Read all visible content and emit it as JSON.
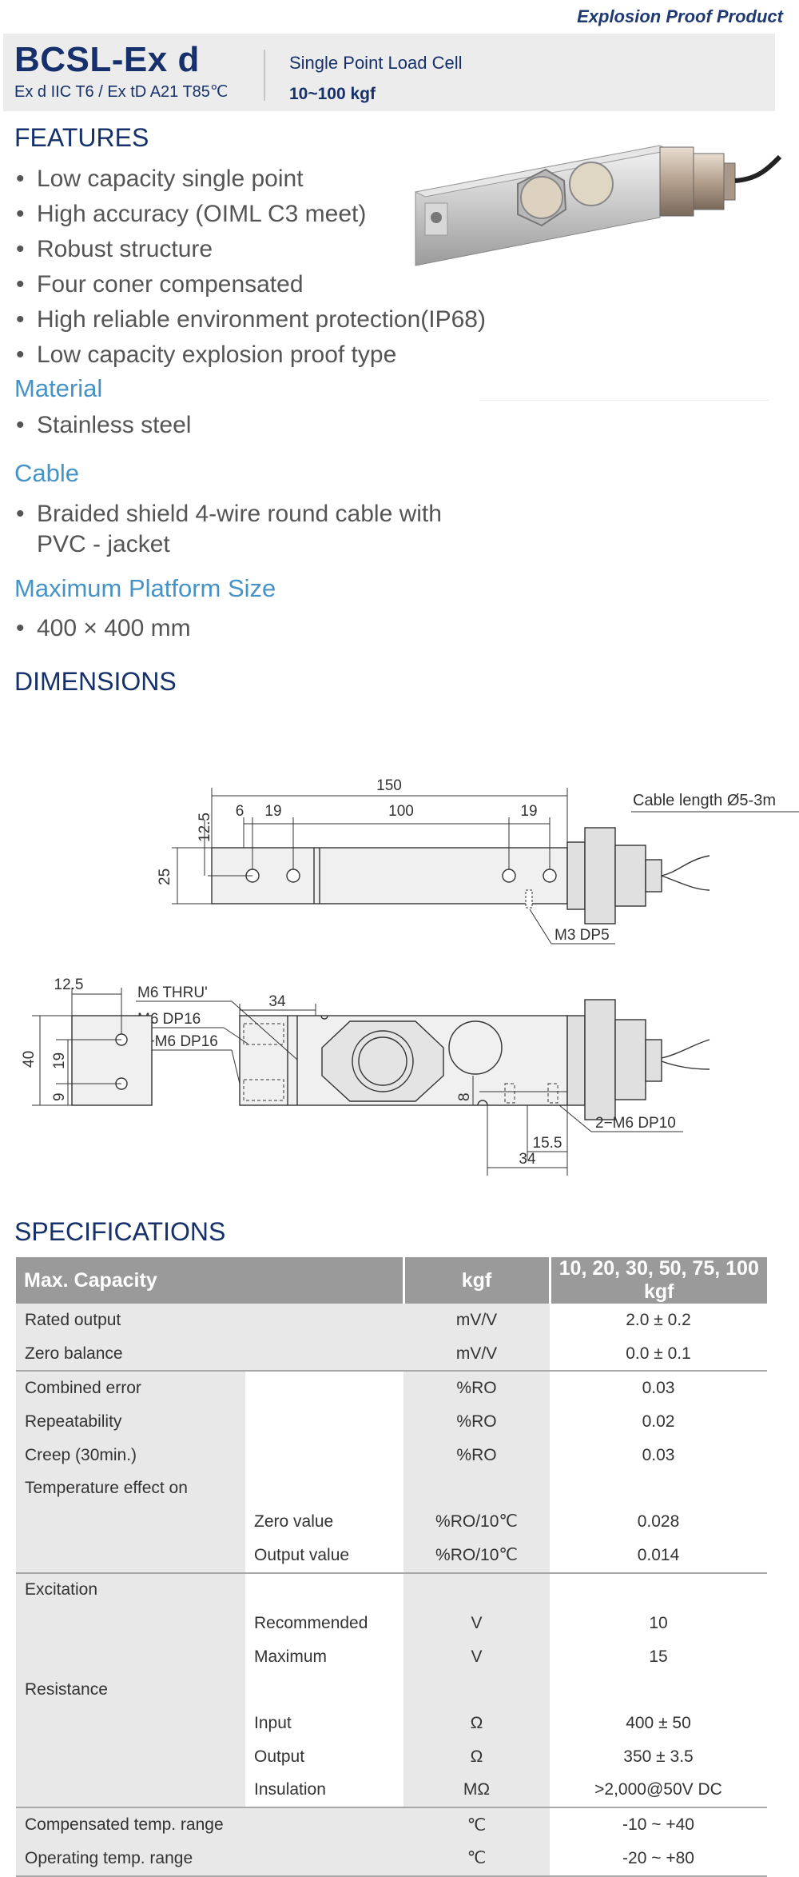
{
  "header": {
    "category": "Explosion Proof Product",
    "model": "BCSL-Ex d",
    "certification": "Ex d IIC T6 / Ex tD A21 T85℃",
    "product_type": "Single Point Load Cell",
    "capacity_range": "10~100 kgf"
  },
  "features": {
    "title": "FEATURES",
    "items": [
      "Low capacity single point",
      "High accuracy (OIML C3 meet)",
      "Robust structure",
      "Four coner compensated",
      "High reliable environment protection(IP68)",
      "Low capacity explosion proof type"
    ]
  },
  "material": {
    "title": "Material",
    "items": [
      "Stainless steel"
    ]
  },
  "cable": {
    "title": "Cable",
    "line1": "Braided shield 4-wire round cable with",
    "line2": "PVC - jacket"
  },
  "platform": {
    "title": "Maximum Platform Size",
    "items": [
      "400 × 400 mm"
    ]
  },
  "dimensions": {
    "title": "DIMENSIONS",
    "labels": {
      "d150": "150",
      "d6": "6",
      "d19a": "19",
      "d100": "100",
      "d19b": "19",
      "d12_5": "12.5",
      "d25": "25",
      "cable": "Cable length Ø5-3m",
      "m3": "M3 DP5",
      "m6thru": "M6 THRU'",
      "m6dp16": "M6 DP16",
      "m6dp16x2": "2−M6 DP16",
      "d34a": "34",
      "d12_5b": "12.5",
      "d40": "40",
      "d19c": "19",
      "d9": "9",
      "d8": "8",
      "d15_5": "15.5",
      "m6dp10": "2−M6 DP10",
      "d34b": "34"
    }
  },
  "specifications": {
    "title": "SPECIFICATIONS",
    "header": [
      "Max. Capacity",
      "kgf",
      "10, 20, 30, 50, 75, 100 kgf"
    ],
    "rows": [
      {
        "label": "Rated output",
        "sub": "",
        "unit": "mV/V",
        "value": "2.0 ± 0.2"
      },
      {
        "label": "Zero balance",
        "sub": "",
        "unit": "mV/V",
        "value": "0.0 ± 0.1"
      },
      {
        "label": "Combined error",
        "sub": "",
        "unit": "%RO",
        "value": "0.03"
      },
      {
        "label": "Repeatability",
        "sub": "",
        "unit": "%RO",
        "value": "0.02"
      },
      {
        "label": "Creep (30min.)",
        "sub": "",
        "unit": "%RO",
        "value": "0.03"
      },
      {
        "label": "Temperature effect on",
        "sub": "",
        "unit": "",
        "value": ""
      },
      {
        "label": "",
        "sub": "Zero value",
        "unit": "%RO/10℃",
        "value": "0.028"
      },
      {
        "label": "",
        "sub": "Output  value",
        "unit": "%RO/10℃",
        "value": "0.014"
      },
      {
        "label": "Excitation",
        "sub": "",
        "unit": "",
        "value": ""
      },
      {
        "label": "",
        "sub": "Recommended",
        "unit": "V",
        "value": "10"
      },
      {
        "label": "",
        "sub": "Maximum",
        "unit": "V",
        "value": "15"
      },
      {
        "label": "Resistance",
        "sub": "",
        "unit": "",
        "value": ""
      },
      {
        "label": "",
        "sub": "Input",
        "unit": "Ω",
        "value": "400 ± 50"
      },
      {
        "label": "",
        "sub": "Output",
        "unit": "Ω",
        "value": "350 ± 3.5"
      },
      {
        "label": "",
        "sub": "Insulation",
        "unit": "MΩ",
        "value": ">2,000@50V DC"
      },
      {
        "label": "Compensated temp. range",
        "sub": "",
        "unit": "℃",
        "value": "-10 ~ +40"
      },
      {
        "label": "Operating temp. range",
        "sub": "",
        "unit": "℃",
        "value": "-20 ~ +80"
      }
    ]
  }
}
